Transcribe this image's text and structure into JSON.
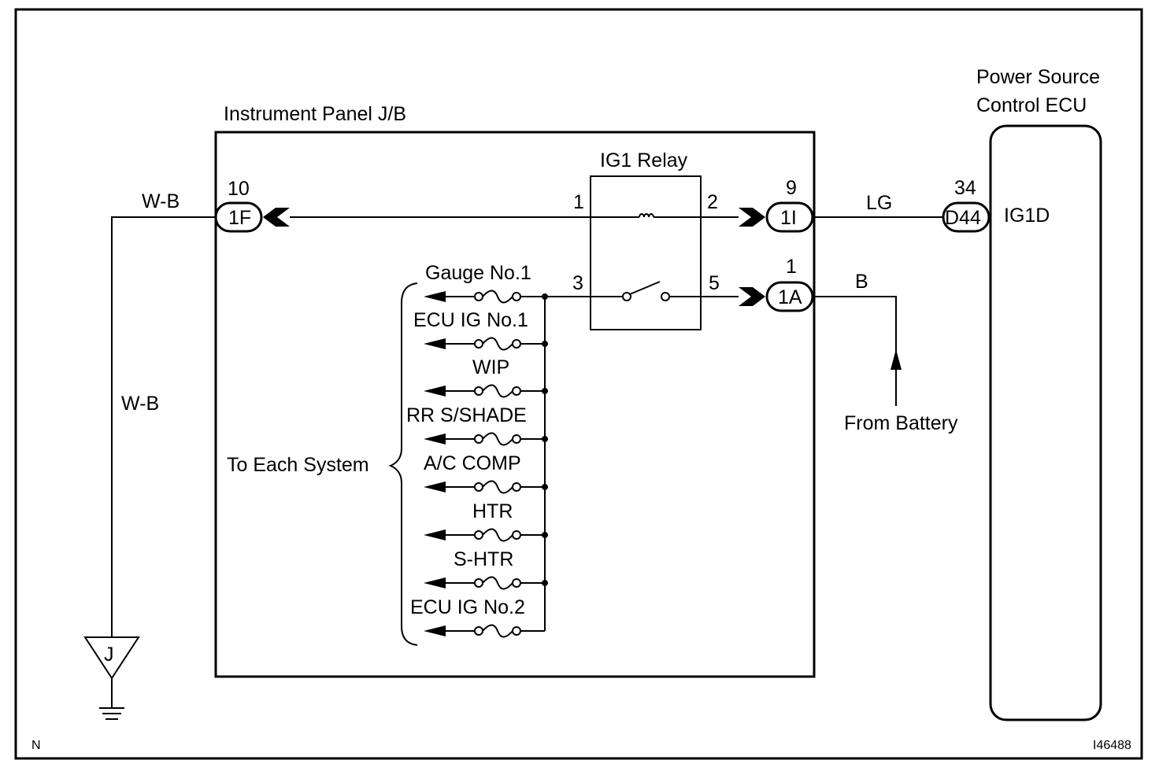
{
  "title_jb": "Instrument Panel J/B",
  "ecu": {
    "title_line1": "Power Source",
    "title_line2": "Control ECU",
    "terminal": "IG1D",
    "connector": "D44",
    "pin": "34"
  },
  "relay": {
    "title": "IG1 Relay",
    "pin1": "1",
    "pin2": "2",
    "pin3": "3",
    "pin5": "5"
  },
  "connectors": {
    "left": {
      "code": "1F",
      "pin": "10"
    },
    "right_top": {
      "code": "1I",
      "pin": "9"
    },
    "right_bottom": {
      "code": "1A",
      "pin": "1"
    }
  },
  "wires": {
    "left_top": "W-B",
    "left_vertical": "W-B",
    "lg": "LG",
    "b": "B"
  },
  "from_battery": "From Battery",
  "to_each_system": "To Each System",
  "ground_label": "J",
  "fuses": [
    "Gauge No.1",
    "ECU IG No.1",
    "WIP",
    "RR S/SHADE",
    "A/C COMP",
    "HTR",
    "S-HTR",
    "ECU IG No.2"
  ],
  "corner_left": "N",
  "corner_right": "I46488"
}
